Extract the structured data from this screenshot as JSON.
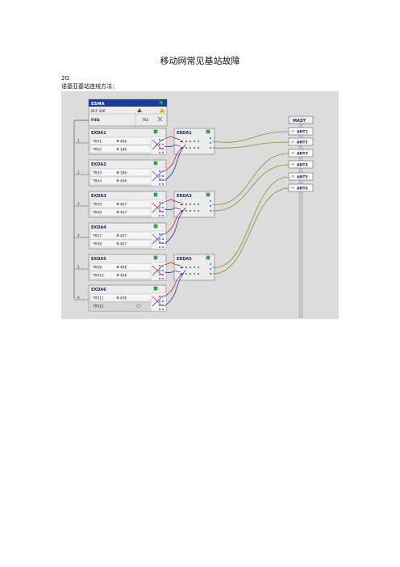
{
  "page": {
    "title": "移动网常见基站故障",
    "section": "2G",
    "subtitle": "诺基亚基站连线方法："
  },
  "diagram": {
    "colors": {
      "background": "#dcdcdc",
      "header_fill": "#1a3c9c",
      "unit_fill": "#ececec",
      "led_green": "#22b24c",
      "red_cable": "#d62020",
      "blue_cable": "#2030c8",
      "olive_cable": "#8a8a2a"
    },
    "esma": {
      "title": "ESMA",
      "row1_label": "BCF 406",
      "row2_left": "FIFA",
      "row2_right": "TRE"
    },
    "exda": [
      {
        "title": "EXDA1",
        "port": "1",
        "trx": [
          {
            "name": "TRX1",
            "val": "406"
          },
          {
            "name": "TRX2",
            "val": "186"
          }
        ]
      },
      {
        "title": "EXDA2",
        "port": "2",
        "trx": [
          {
            "name": "TRX3",
            "val": "186"
          },
          {
            "name": "TRX4",
            "val": "406"
          }
        ]
      },
      {
        "title": "EXDA3",
        "port": "3",
        "trx": [
          {
            "name": "TRX5",
            "val": "407"
          },
          {
            "name": "TRX6",
            "val": "407"
          }
        ]
      },
      {
        "title": "EXDA4",
        "port": "4",
        "trx": [
          {
            "name": "TRX7",
            "val": "407"
          },
          {
            "name": "TRX8",
            "val": "407"
          }
        ]
      },
      {
        "title": "EXDA5",
        "port": "5",
        "trx": [
          {
            "name": "TRX9",
            "val": "408"
          },
          {
            "name": "TRX10",
            "val": "408"
          }
        ]
      },
      {
        "title": "EXDA6",
        "port": "6",
        "trx": [
          {
            "name": "TRX11",
            "val": "408"
          },
          {
            "name": "TRX12",
            "val": ""
          }
        ]
      }
    ],
    "erda": [
      "ERDA1",
      "ERDA3",
      "ERDA5"
    ],
    "mast": {
      "title": "MAST",
      "antennas": [
        "ANT1",
        "ANT2",
        "ANT3",
        "ANT4",
        "ANT5",
        "ANT6"
      ]
    }
  }
}
